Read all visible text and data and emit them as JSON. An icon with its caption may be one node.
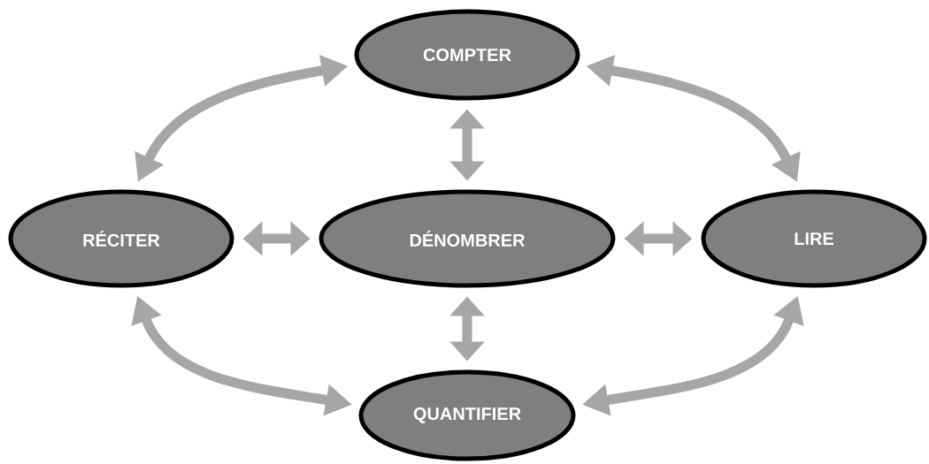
{
  "diagram": {
    "nodes": [
      {
        "text": [
          "COMPTER"
        ]
      },
      {
        "text": [
          "RÉCITER"
        ]
      },
      {
        "text": [
          "DÉNOMBRER"
        ]
      },
      {
        "text": [
          "LIRE"
        ]
      },
      {
        "text": [
          "QUANTIFIER"
        ]
      }
    ],
    "edges": [
      {
        "from": 0,
        "to": 1,
        "arrow": "both"
      },
      {
        "from": 0,
        "to": 2,
        "arrow": "both"
      },
      {
        "from": 0,
        "to": 3,
        "arrow": "both"
      },
      {
        "from": 1,
        "to": 2,
        "arrow": "both"
      },
      {
        "from": 2,
        "to": 3,
        "arrow": "both"
      },
      {
        "from": 1,
        "to": 4,
        "arrow": "both"
      },
      {
        "from": 2,
        "to": 4,
        "arrow": "both"
      },
      {
        "from": 3,
        "to": 4,
        "arrow": "both"
      }
    ]
  }
}
